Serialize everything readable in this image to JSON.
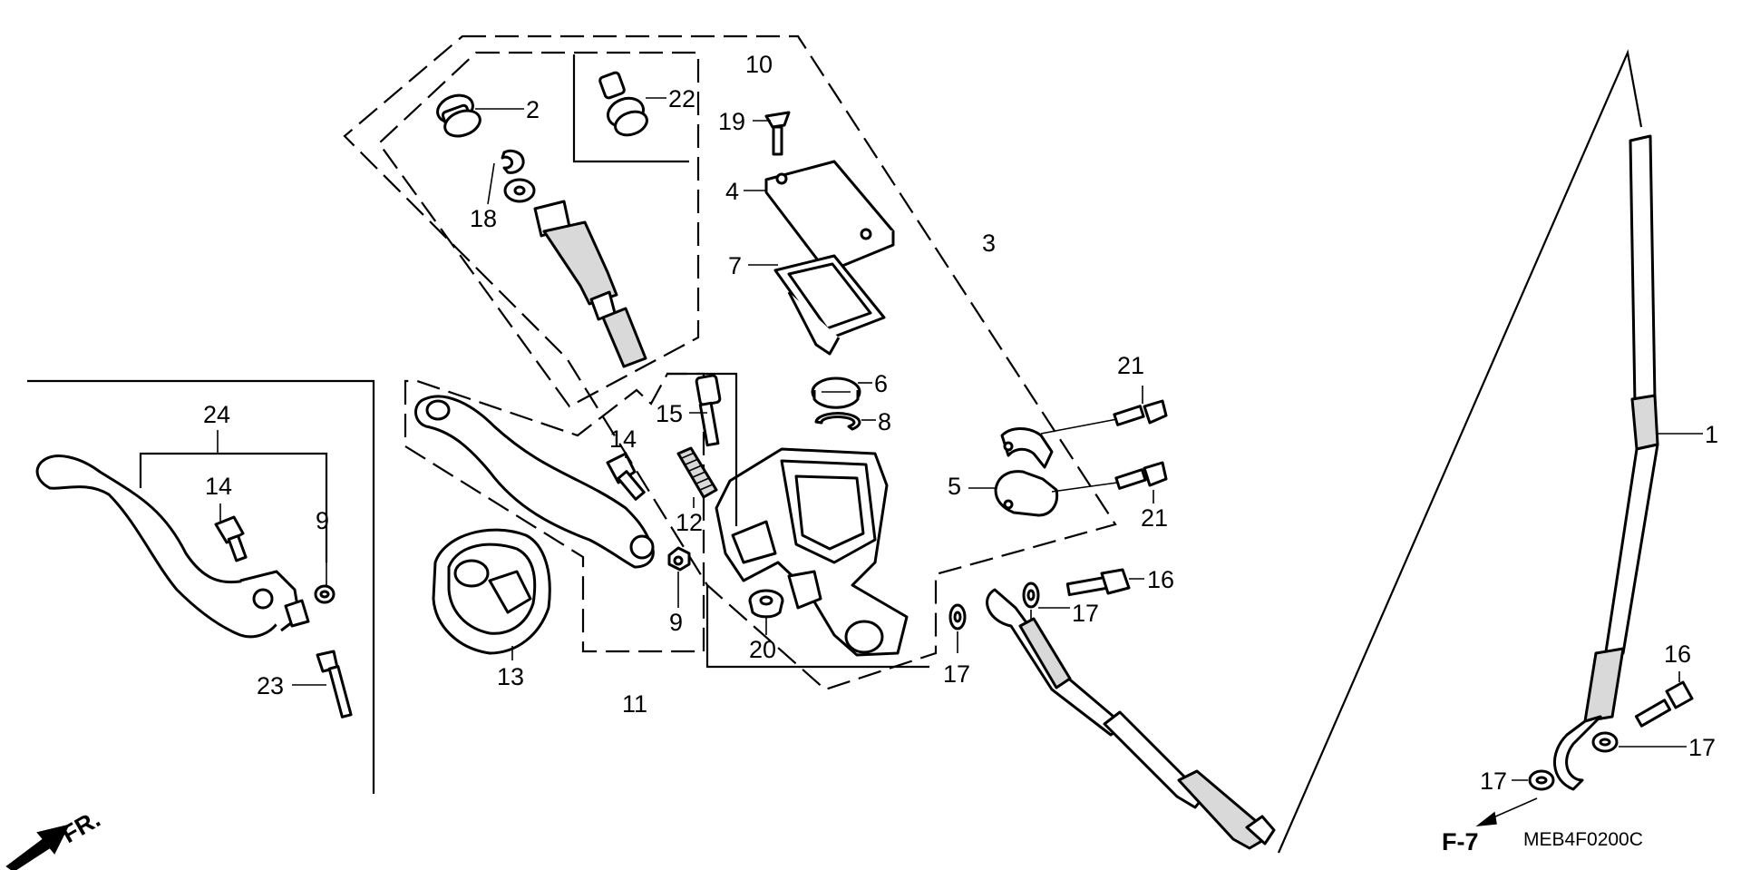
{
  "diagram_code": "MEB4F0200C",
  "page_ref": "F-7",
  "direction_label": "FR.",
  "callouts": {
    "c1": "1",
    "c2": "2",
    "c3": "3",
    "c4": "4",
    "c5": "5",
    "c6": "6",
    "c7": "7",
    "c8": "8",
    "c9a": "9",
    "c9b": "9",
    "c10": "10",
    "c11": "11",
    "c12": "12",
    "c13": "13",
    "c14a": "14",
    "c14b": "14",
    "c15": "15",
    "c16a": "16",
    "c16b": "16",
    "c17a": "17",
    "c17b": "17",
    "c17c": "17",
    "c17d": "17",
    "c18": "18",
    "c19": "19",
    "c20": "20",
    "c21a": "21",
    "c21b": "21",
    "c22": "22",
    "c23": "23",
    "c24": "24"
  },
  "colors": {
    "line": "#000000",
    "background": "#ffffff",
    "shade": "#d9d9d9"
  }
}
